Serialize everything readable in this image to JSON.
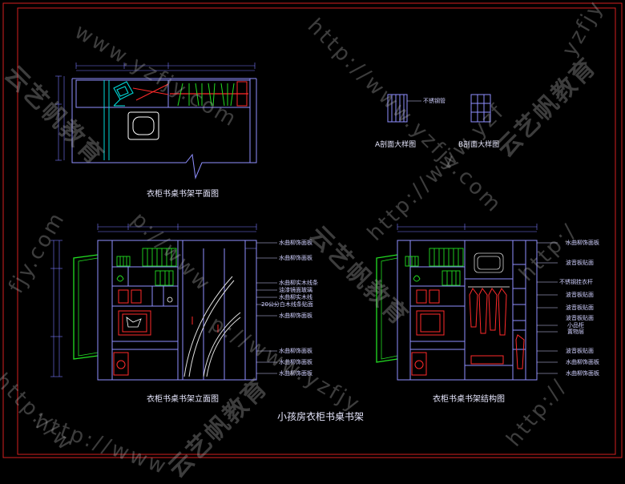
{
  "colors": {
    "background": "#000000",
    "frame": "#d42020",
    "line": "#8f8fff",
    "dim": "#7a7aff",
    "cyan": "#00d8d8",
    "green": "#22dd22",
    "red": "#ff2a2a",
    "white": "#ffffff",
    "label": "#e8e8ff"
  },
  "drawing": {
    "main_title": "小孩房衣柜书桌书架",
    "plan_title": "衣柜书桌书架平面图",
    "elevation_title": "衣柜书桌书架立面图",
    "structure_title": "衣柜书桌书架结构图",
    "detail_a_title": "A剖面大样图",
    "detail_b_title": "B剖面大样图",
    "detail_note": "不锈钢管"
  },
  "elevation_callouts": [
    "水曲柳饰面板",
    "水曲柳饰面板",
    "水曲柳实木线条",
    "油漆镜面玻璃",
    "水曲柳实木线",
    "20公分白木线条贴面",
    "水曲柳饰面板",
    "水曲柳饰面板",
    "水曲柳饰面板",
    "水曲柳饰面板"
  ],
  "structure_callouts": [
    "水曲柳饰面板",
    "波音板贴面",
    "不锈钢挂衣杆",
    "波音板贴面",
    "波音板贴面",
    "波音板贴面",
    "小品柜",
    "置物层",
    "波音板贴面",
    "水曲柳饰面板",
    "水曲柳饰面板"
  ],
  "watermarks": {
    "brand": "云艺帆教育",
    "url": "http://www.yzfjy.com",
    "url_a": "www.yzfjy.com",
    "url_b": "http://www.yzf",
    "url_c": "yzfjy",
    "url_d": "http://w",
    "url_e": "fjy.com",
    "url_f": "p://www",
    "url_g": "http://",
    "url_h": "http:/",
    "url_i": "p://www.yzfjy",
    "url_j": "http://www"
  }
}
